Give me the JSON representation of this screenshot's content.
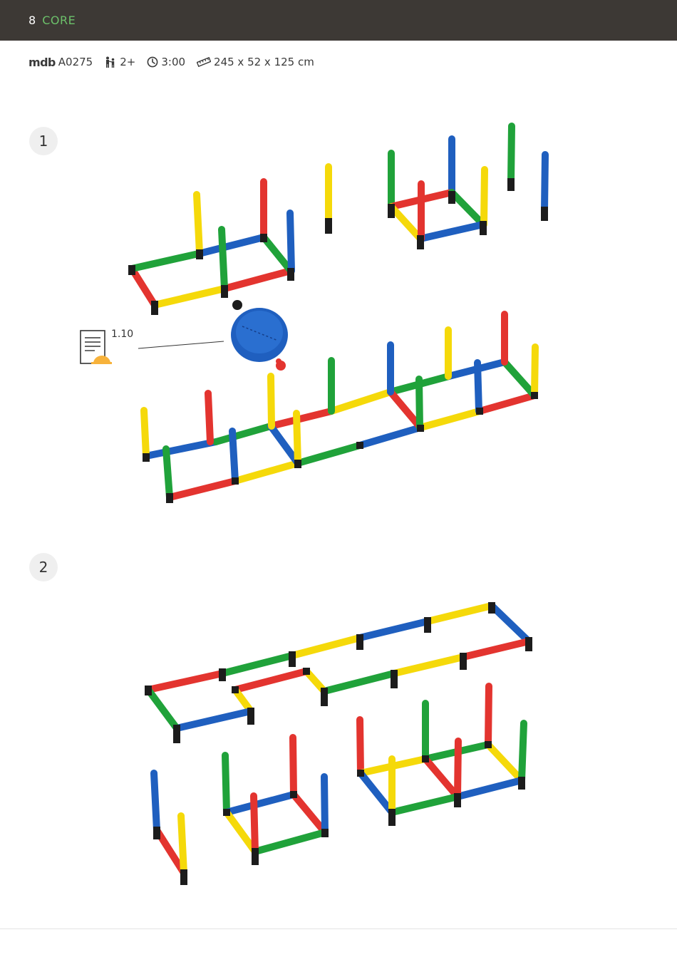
{
  "header": {
    "page_number": "8",
    "section": "CORE"
  },
  "info": {
    "brand": "mdb",
    "model": "A0275",
    "age": "2+",
    "time": "3:00",
    "dimensions": "245 x 52 x 125 cm"
  },
  "icons": {
    "age": "children-icon",
    "time": "clock-icon",
    "dimensions": "ruler-icon",
    "reference": "instruction-sheet-icon"
  },
  "steps": [
    {
      "number": "1",
      "callout": "1.10"
    },
    {
      "number": "2"
    }
  ],
  "colors": {
    "header_bg": "#3d3935",
    "section_text": "#6cc06a",
    "red": "#e3342f",
    "green": "#20a23a",
    "blue": "#1f5fbf",
    "yellow": "#f5d90a",
    "connector": "#1c1c1c",
    "helmet": "#f7b23b"
  }
}
